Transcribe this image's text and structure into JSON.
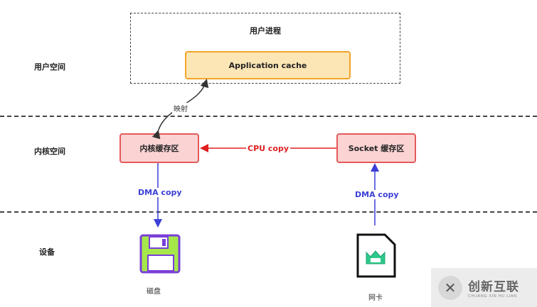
{
  "layers": {
    "user_space": "用户空间",
    "kernel_space": "内核空间",
    "devices": "设备"
  },
  "user_process": {
    "title": "用户进程",
    "app_cache": "Application cache"
  },
  "kernel": {
    "kernel_buffer": "内核缓存区",
    "socket_buffer": "Socket 缓存区"
  },
  "edges": {
    "mmap": "映射",
    "cpu_copy": "CPU copy",
    "dma_copy_left": "DMA copy",
    "dma_copy_right": "DMA copy"
  },
  "devices": {
    "disk": "磁盘",
    "nic": "网卡"
  },
  "watermark": {
    "logo": "创新互联",
    "sub": "CHUANG XIN HU LIAN"
  },
  "colors": {
    "app_cache_fill": "#fde6b6",
    "app_cache_border": "#f0a52a",
    "buffer_fill": "#fbd3d3",
    "buffer_border": "#e45a5a",
    "cpu_copy": "#e02020",
    "dma_copy": "#3b3fd8"
  },
  "icons": {
    "disk": "floppy-disk-icon",
    "nic": "network-card-icon"
  }
}
